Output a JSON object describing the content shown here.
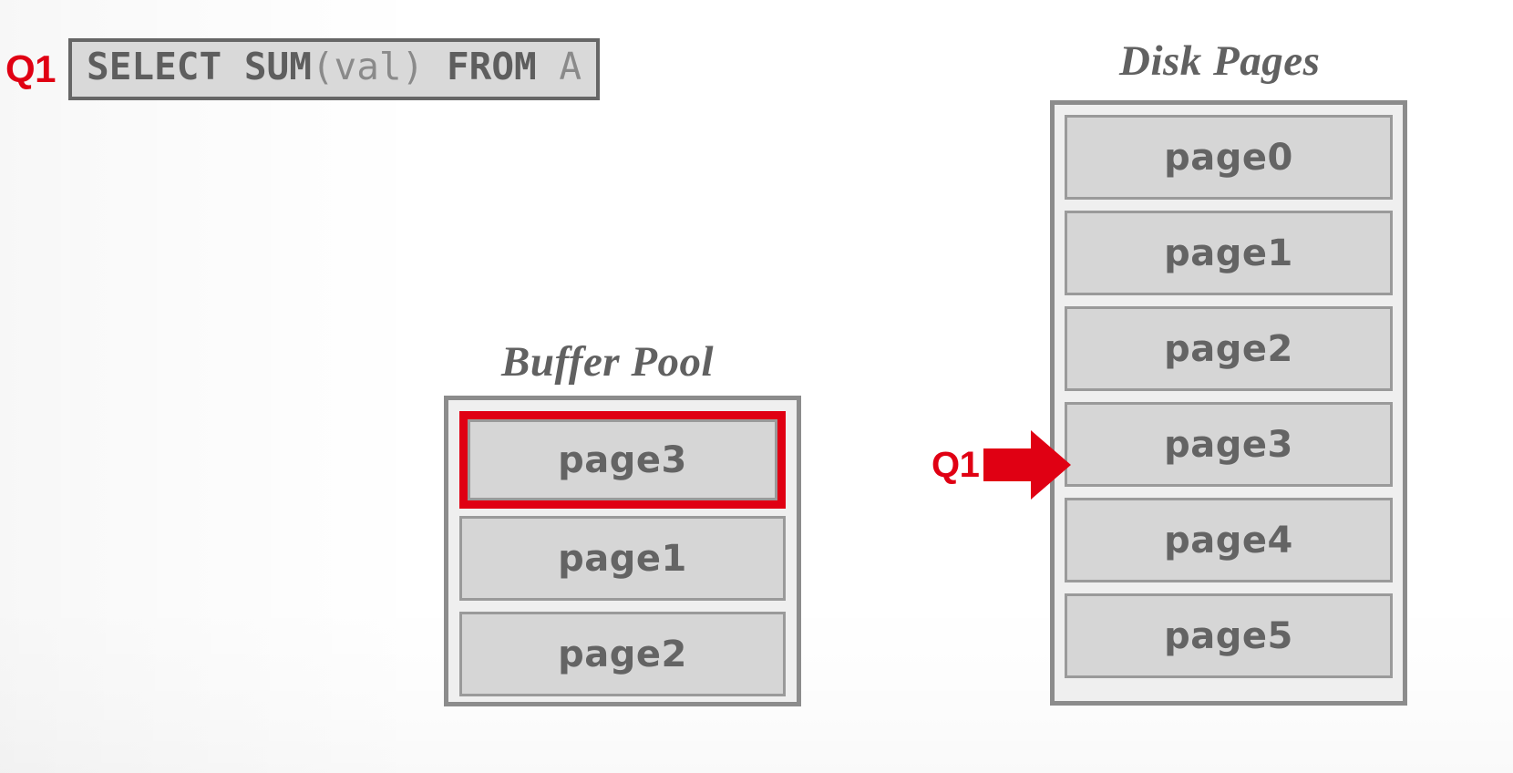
{
  "slide": {
    "background_color": "#ffffff",
    "accent_red": "#e00013",
    "gray_text": "#616161",
    "page_fill": "#d6d6d6",
    "panel_fill": "#efefef",
    "border_gray": "#8c8c8c"
  },
  "query": {
    "label": "Q1",
    "text_keyword_1": "SELECT SUM",
    "text_plain_1": "(val)",
    "text_keyword_2": " FROM ",
    "text_plain_2": "A",
    "full_text": "SELECT SUM(val) FROM A"
  },
  "buffer_pool": {
    "title": "Buffer Pool",
    "pages": [
      {
        "label": "page3",
        "highlighted": true
      },
      {
        "label": "page1",
        "highlighted": false
      },
      {
        "label": "page2",
        "highlighted": false
      }
    ]
  },
  "disk_pages": {
    "title": "Disk Pages",
    "pages": [
      {
        "label": "page0"
      },
      {
        "label": "page1"
      },
      {
        "label": "page2"
      },
      {
        "label": "page3"
      },
      {
        "label": "page4"
      },
      {
        "label": "page5"
      }
    ]
  },
  "fetch_arrow": {
    "label": "Q1",
    "icon": "right-arrow-icon",
    "color": "#e00013",
    "points_to": "page3"
  }
}
